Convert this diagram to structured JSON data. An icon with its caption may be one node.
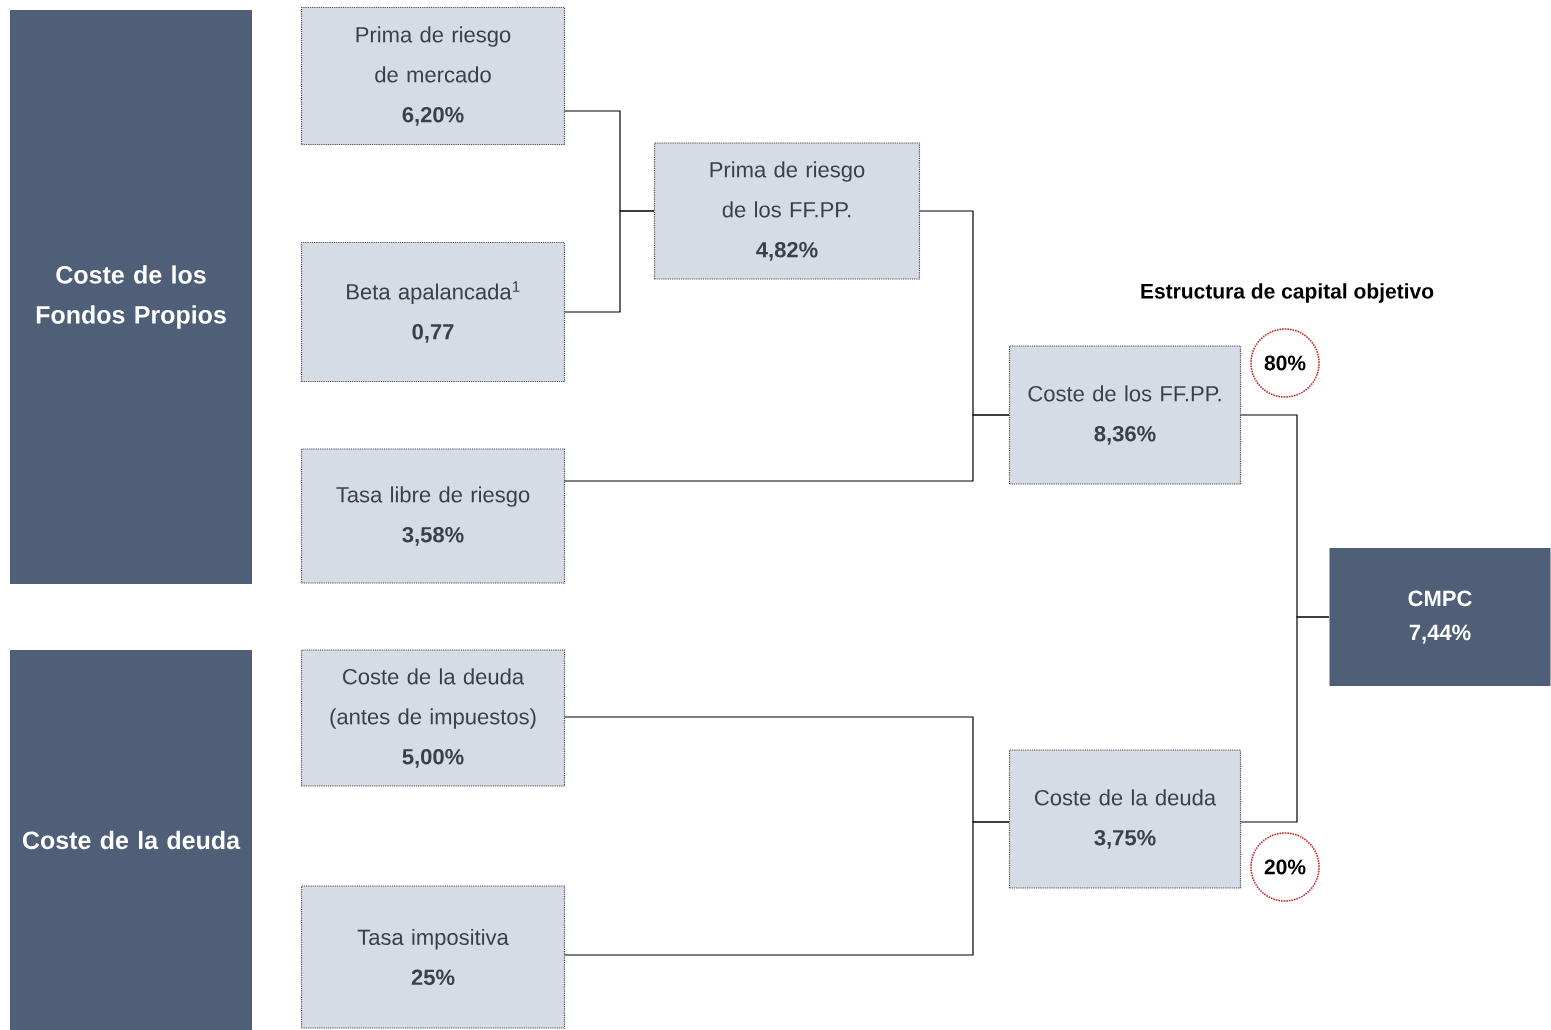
{
  "diagram": {
    "nodes": [
      {
        "text": [
          "Coste de los Fondos Propios"
        ]
      },
      {
        "text": [
          "Coste de la deuda"
        ]
      },
      {
        "text": [
          "Prima de riesgo de mercado",
          "6,20%"
        ]
      },
      {
        "text": [
          "Beta apalancada$^{1}$",
          "0,77"
        ]
      },
      {
        "text": [
          "Tasa libre de riesgo",
          "3,58%"
        ]
      },
      {
        "text": [
          "Coste de la deuda (antes de impuestos)",
          "5,00%"
        ]
      },
      {
        "text": [
          "Tasa impositiva",
          "25%"
        ]
      },
      {
        "text": [
          "Prima de riesgo de los FF.PP.",
          "4,82%"
        ]
      },
      {
        "text": [
          "Coste de los FF.PP.",
          "8,36%"
        ]
      },
      {
        "text": [
          "80%"
        ]
      },
      {
        "text": [
          "Coste de la deuda",
          "3,75%"
        ]
      },
      {
        "text": [
          "20%"
        ]
      },
      {
        "text": [
          "CMPC",
          "7,44%"
        ]
      }
    ],
    "edges": [
      {
        "from": 2,
        "to": 7,
        "arrow": "none"
      },
      {
        "from": 3,
        "to": 7,
        "arrow": "none"
      },
      {
        "from": 7,
        "to": 8,
        "arrow": "none"
      },
      {
        "from": 4,
        "to": 8,
        "arrow": "none"
      },
      {
        "from": 5,
        "to": 10,
        "arrow": "none"
      },
      {
        "from": 6,
        "to": 10,
        "arrow": "none"
      },
      {
        "from": 8,
        "to": 12,
        "arrow": "none"
      },
      {
        "from": 10,
        "to": 12,
        "arrow": "none"
      }
    ],
    "labels": [
      "Estructura de capital objetivo"
    ]
  }
}
